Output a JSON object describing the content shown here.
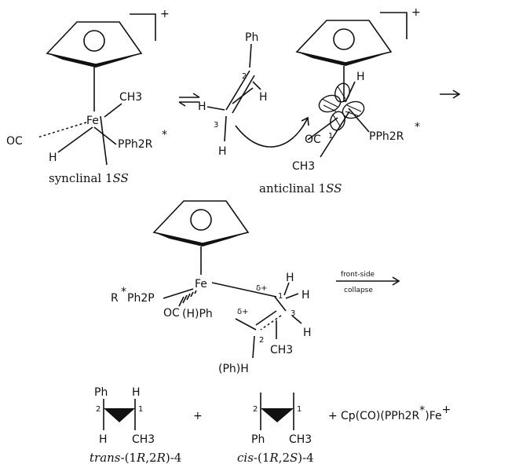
{
  "charge": "+",
  "synclinal": {
    "ch3": "CH3",
    "fe": "Fe",
    "oc": "OC",
    "h": "H",
    "pph2r": "PPh2R",
    "star": "*",
    "caption_main": "synclinal 1",
    "caption_it": "SS"
  },
  "alkene": {
    "ph": "Ph",
    "h_left": "H",
    "h_right": "H",
    "h_bottom": "H",
    "n2": "2",
    "n3": "3"
  },
  "anticlinal": {
    "h": "H",
    "oc": "OC",
    "n1": "1",
    "ch3": "CH3",
    "pph2r": "PPh2R",
    "star": "*",
    "caption_main": "anticlinal 1",
    "caption_it": "SS"
  },
  "ts": {
    "r": "R",
    "star": "*",
    "ph2p": "Ph2P",
    "oc": "OC",
    "hph": "(H)Ph",
    "fe": "Fe",
    "dplus1": "δ+",
    "dplus2": "δ+",
    "n1": "1",
    "n2": "2",
    "n3": "3",
    "h1": "H",
    "h2": "H",
    "h3": "H",
    "ch3": "CH3",
    "phh": "(Ph)H"
  },
  "arrow_label": {
    "line1": "front-side",
    "line2": "collapse"
  },
  "products": {
    "trans": {
      "ph": "Ph",
      "h_top": "H",
      "h_bottom": "H",
      "ch3": "CH3",
      "n2": "2",
      "n1": "1",
      "caption_it1": "trans",
      "caption_mid": "-(1",
      "caption_r1": "R",
      "caption_mid2": ",2",
      "caption_r2": "R",
      "caption_end": ")-4"
    },
    "plus1": "+",
    "cis": {
      "ph": "Ph",
      "ch3": "CH3",
      "n2": "2",
      "n1": "1",
      "caption_it1": "cis",
      "caption_mid": "-(1",
      "caption_r1": "R",
      "caption_mid2": ",2",
      "caption_r2": "S",
      "caption_end": ")-4"
    },
    "plus2": "+",
    "cp": "Cp(CO)(PPh2R",
    "cp_star": "*",
    "cp_end": ")Fe",
    "cp_plus": "+"
  }
}
